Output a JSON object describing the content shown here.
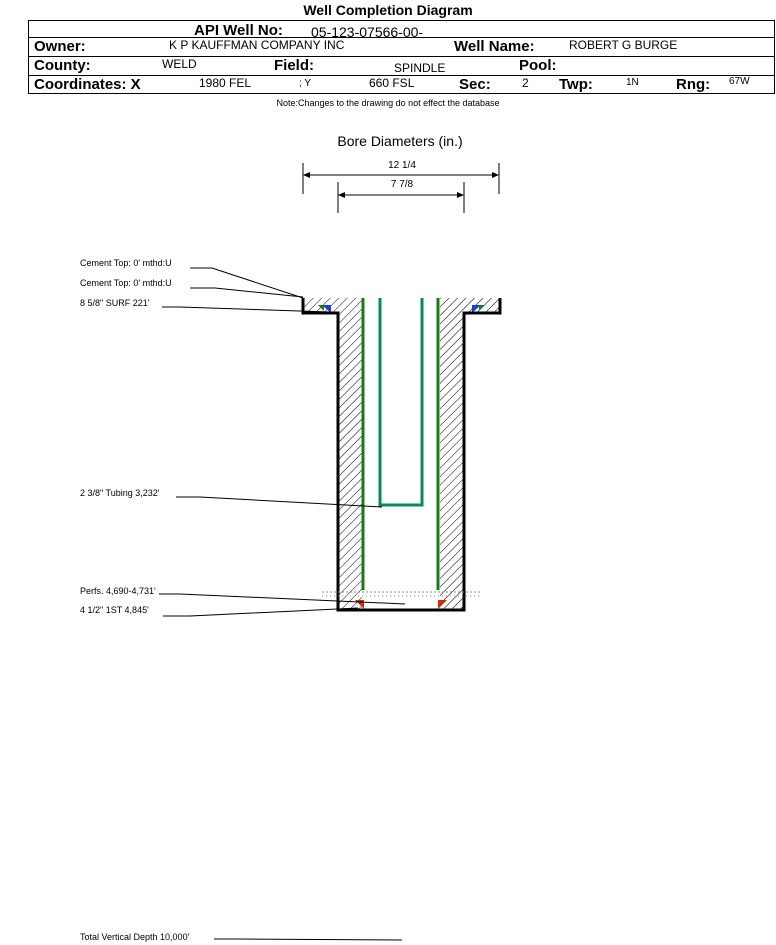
{
  "header": {
    "title": "Well Completion Diagram",
    "api_label": "API Well No:",
    "api_value": "05-123-07566-00-",
    "owner_label": "Owner:",
    "owner_value": "K P KAUFFMAN COMPANY INC",
    "well_name_label": "Well Name:",
    "well_name_value": "ROBERT G BURGE",
    "county_label": "County:",
    "county_value": "WELD",
    "field_label": "Field:",
    "field_value": "SPINDLE",
    "pool_label": "Pool:",
    "pool_value": "",
    "coords_label": "Coordinates: X",
    "coord_x": "1980 FEL",
    "coord_y_label": "; Y",
    "coord_y": "660 FSL",
    "sec_label": "Sec:",
    "sec_value": "2",
    "twp_label": "Twp:",
    "twp_value": "1N",
    "rng_label": "Rng:",
    "rng_value": "67W"
  },
  "note": "Note:Changes to the drawing do not effect the database",
  "bore": {
    "title": "Bore Diameters (in.)",
    "outer": "12 1/4",
    "inner": "7 7/8"
  },
  "annotations": {
    "cement_top_1": "Cement Top: 0' mthd:U",
    "cement_top_2": "Cement Top: 0' mthd:U",
    "surface_casing": "8 5/8\" SURF 221'",
    "tubing": "2 3/8\" Tubing 3,232'",
    "perfs": "Perfs. 4,690-4,731'",
    "production_casing": "4 1/2\" 1ST 4,845'",
    "tvd": "Total Vertical Depth 10,000'"
  },
  "colors": {
    "casing": "#1a7a1a",
    "tubing": "#0b8a55",
    "surf_cement": "#1a3fd6",
    "prod_cement": "#d22a10"
  }
}
